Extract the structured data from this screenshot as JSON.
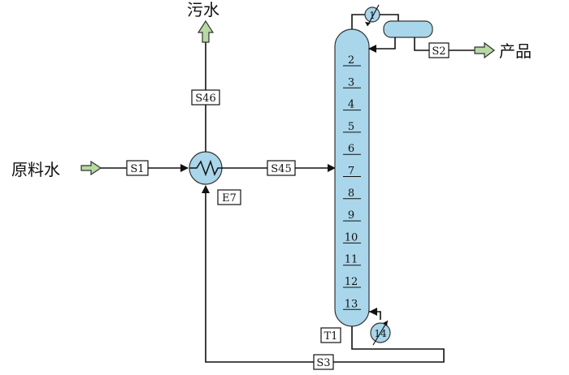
{
  "feed": {
    "label": "原料水"
  },
  "wastewater": {
    "label": "污水"
  },
  "product": {
    "label": "产品"
  },
  "streams": {
    "s1": "S1",
    "s45": "S45",
    "s46": "S46",
    "s2": "S2",
    "s3": "S3"
  },
  "exchanger": {
    "label": "E7"
  },
  "column": {
    "label": "T1",
    "stages": [
      "2",
      "3",
      "4",
      "5",
      "6",
      "7",
      "8",
      "9",
      "10",
      "11",
      "12",
      "13"
    ]
  },
  "condenser": {
    "label": "1"
  },
  "reboiler": {
    "label": "14"
  }
}
